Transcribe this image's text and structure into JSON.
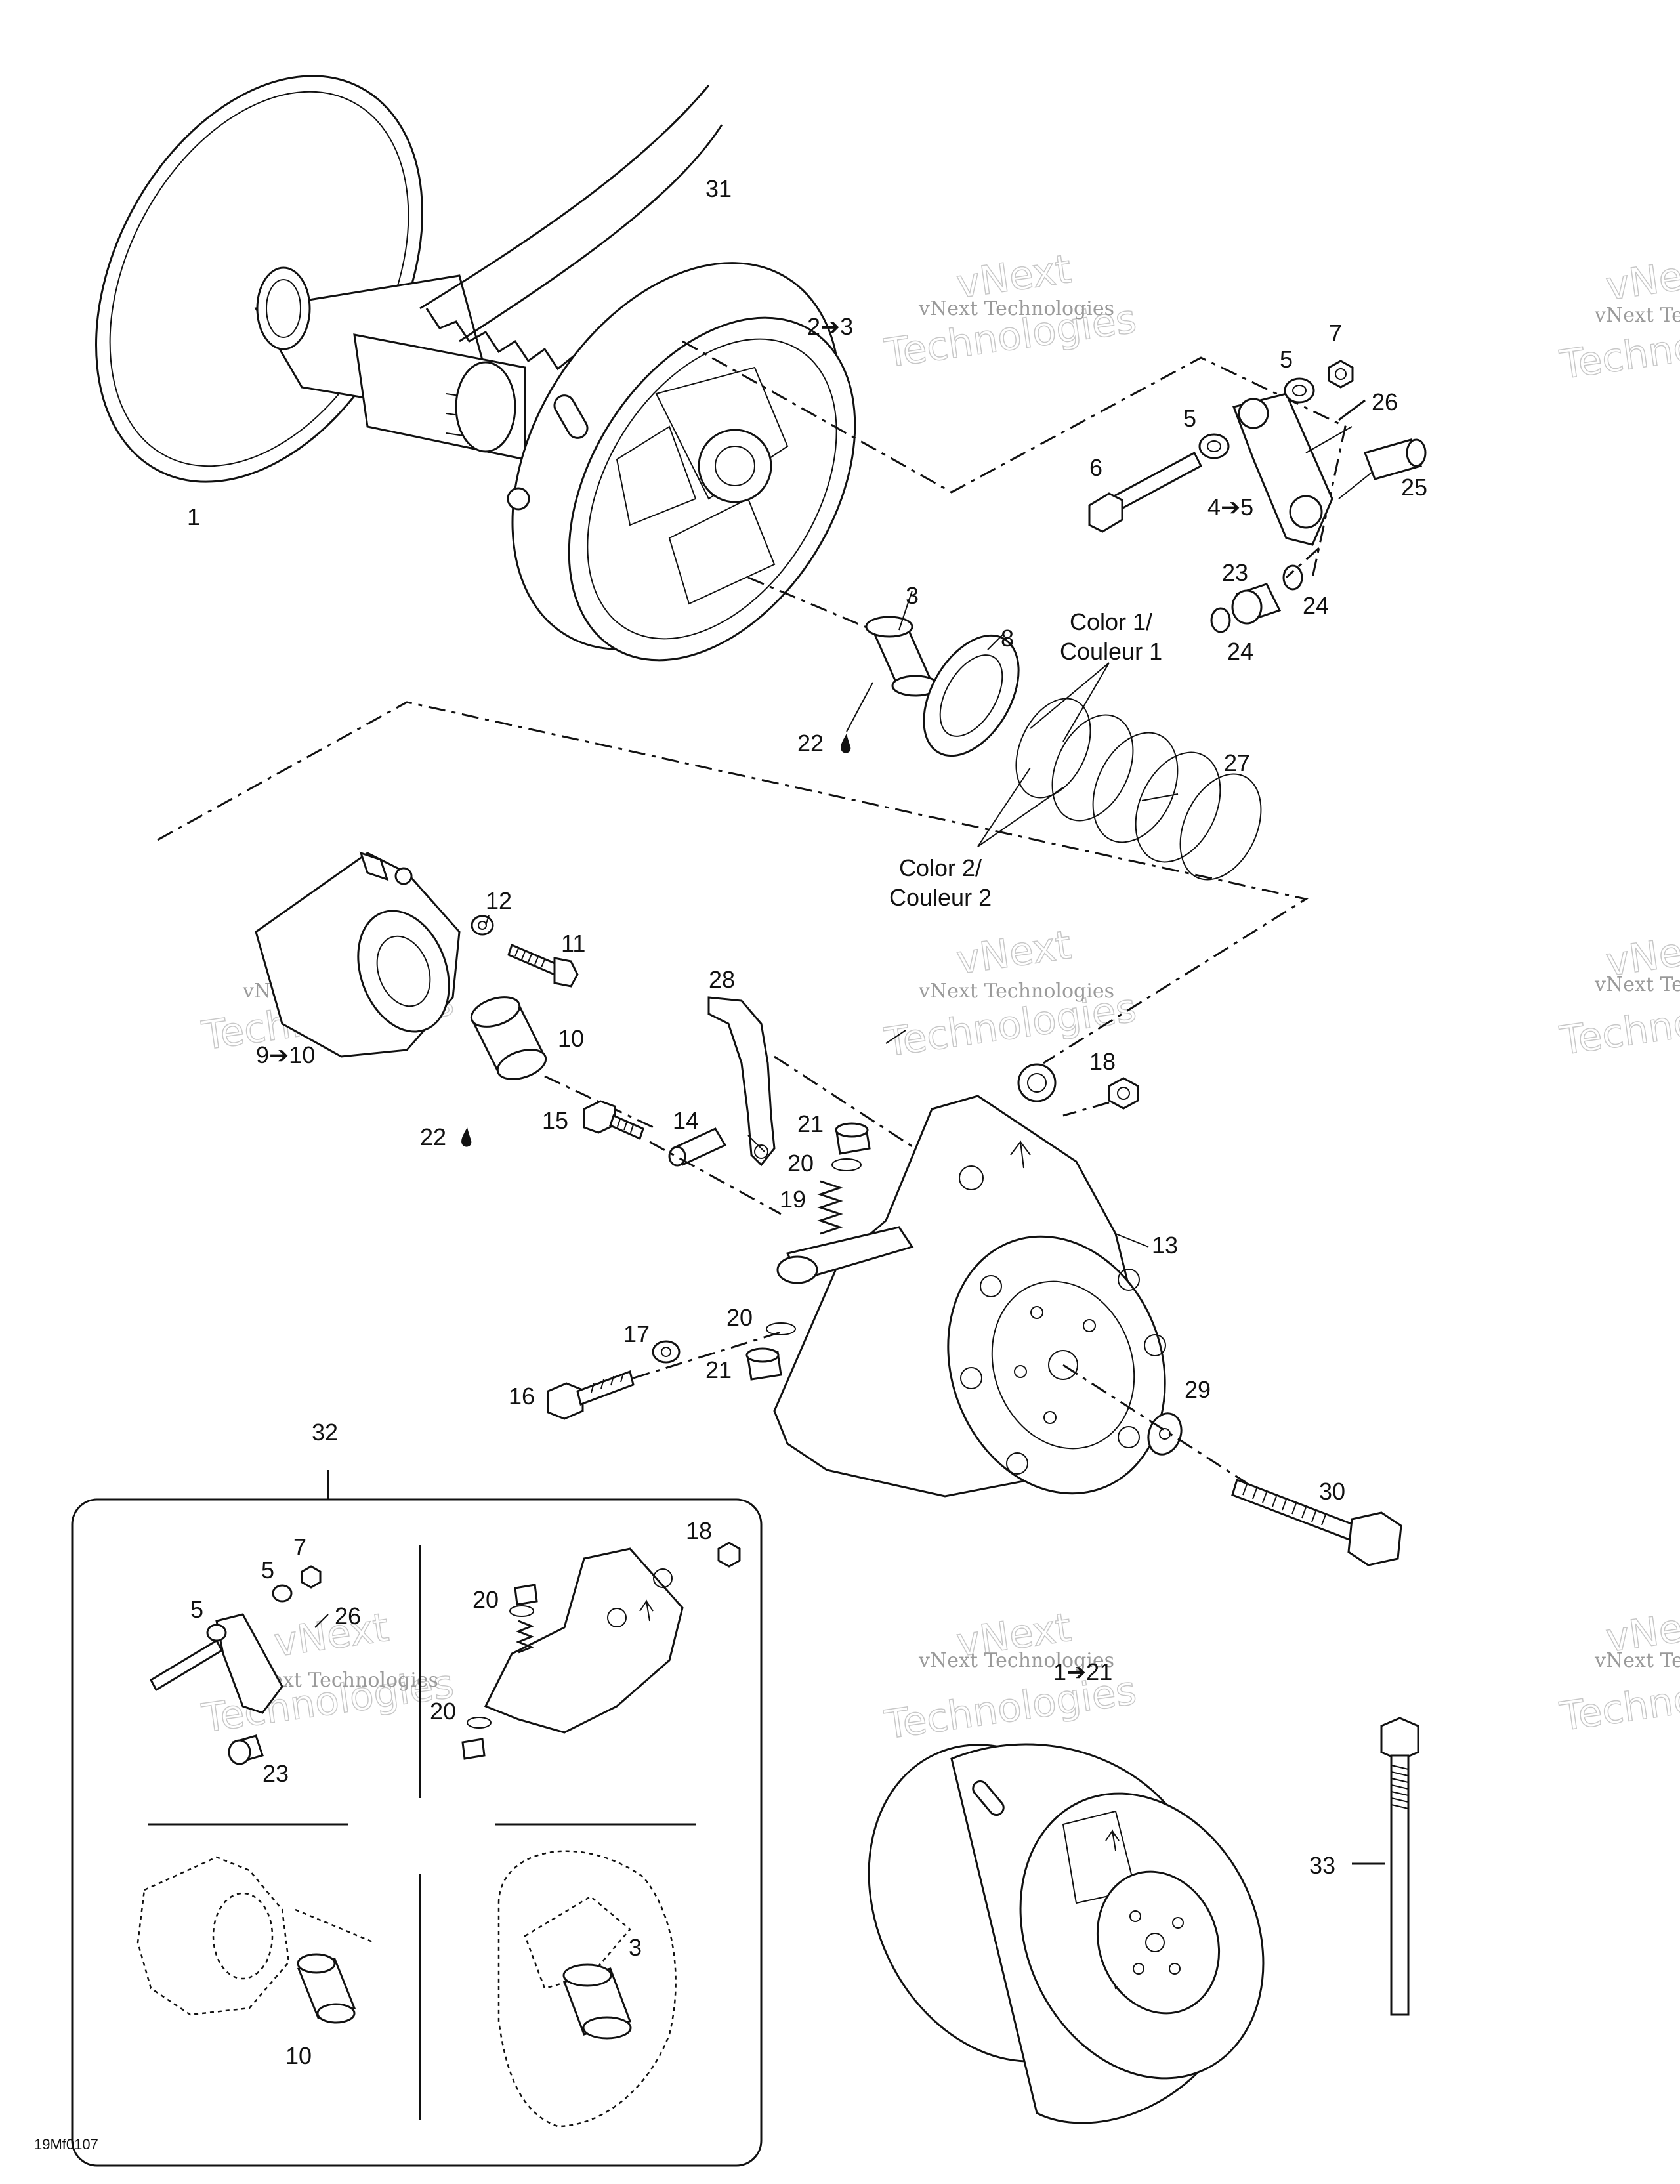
{
  "diagram": {
    "figure_code": "19Mf0107",
    "callouts": [
      {
        "id": "c1",
        "text": "1"
      },
      {
        "id": "c2-3",
        "text": "2➔3"
      },
      {
        "id": "c31",
        "text": "31"
      },
      {
        "id": "c3",
        "text": "3"
      },
      {
        "id": "c8",
        "text": "8"
      },
      {
        "id": "c22a",
        "text": "22"
      },
      {
        "id": "c27",
        "text": "27"
      },
      {
        "id": "c5a",
        "text": "5"
      },
      {
        "id": "c7a",
        "text": "7"
      },
      {
        "id": "c5b",
        "text": "5"
      },
      {
        "id": "c26a",
        "text": "26"
      },
      {
        "id": "c6",
        "text": "6"
      },
      {
        "id": "c4-5",
        "text": "4➔5"
      },
      {
        "id": "c25",
        "text": "25"
      },
      {
        "id": "c23a",
        "text": "23"
      },
      {
        "id": "c24a",
        "text": "24"
      },
      {
        "id": "c24b",
        "text": "24"
      },
      {
        "id": "c12",
        "text": "12"
      },
      {
        "id": "c11",
        "text": "11"
      },
      {
        "id": "c10a",
        "text": "10"
      },
      {
        "id": "c9-10",
        "text": "9➔10"
      },
      {
        "id": "c22b",
        "text": "22"
      },
      {
        "id": "c28",
        "text": "28"
      },
      {
        "id": "c18a",
        "text": "18"
      },
      {
        "id": "c15",
        "text": "15"
      },
      {
        "id": "c14",
        "text": "14"
      },
      {
        "id": "c21a",
        "text": "21"
      },
      {
        "id": "c20a",
        "text": "20"
      },
      {
        "id": "c19",
        "text": "19"
      },
      {
        "id": "c13",
        "text": "13"
      },
      {
        "id": "c20b",
        "text": "20"
      },
      {
        "id": "c17",
        "text": "17"
      },
      {
        "id": "c21b",
        "text": "21"
      },
      {
        "id": "c16",
        "text": "16"
      },
      {
        "id": "c29",
        "text": "29"
      },
      {
        "id": "c30",
        "text": "30"
      },
      {
        "id": "c32",
        "text": "32"
      },
      {
        "id": "c7b",
        "text": "7"
      },
      {
        "id": "c5c",
        "text": "5"
      },
      {
        "id": "c5d",
        "text": "5"
      },
      {
        "id": "c26b",
        "text": "26"
      },
      {
        "id": "c23b",
        "text": "23"
      },
      {
        "id": "c18b",
        "text": "18"
      },
      {
        "id": "c20c",
        "text": "20"
      },
      {
        "id": "c20d",
        "text": "20"
      },
      {
        "id": "c10b",
        "text": "10"
      },
      {
        "id": "c3b",
        "text": "3"
      },
      {
        "id": "c1-21",
        "text": "1➔21"
      },
      {
        "id": "c33",
        "text": "33"
      }
    ],
    "color_notes": {
      "color1_line1": "Color 1/",
      "color1_line2": "Couleur 1",
      "color2_line1": "Color 2/",
      "color2_line2": "Couleur 2"
    },
    "watermark": {
      "line1": "vNext Technologies",
      "line2": "vNext",
      "line3": "Technologies"
    }
  }
}
